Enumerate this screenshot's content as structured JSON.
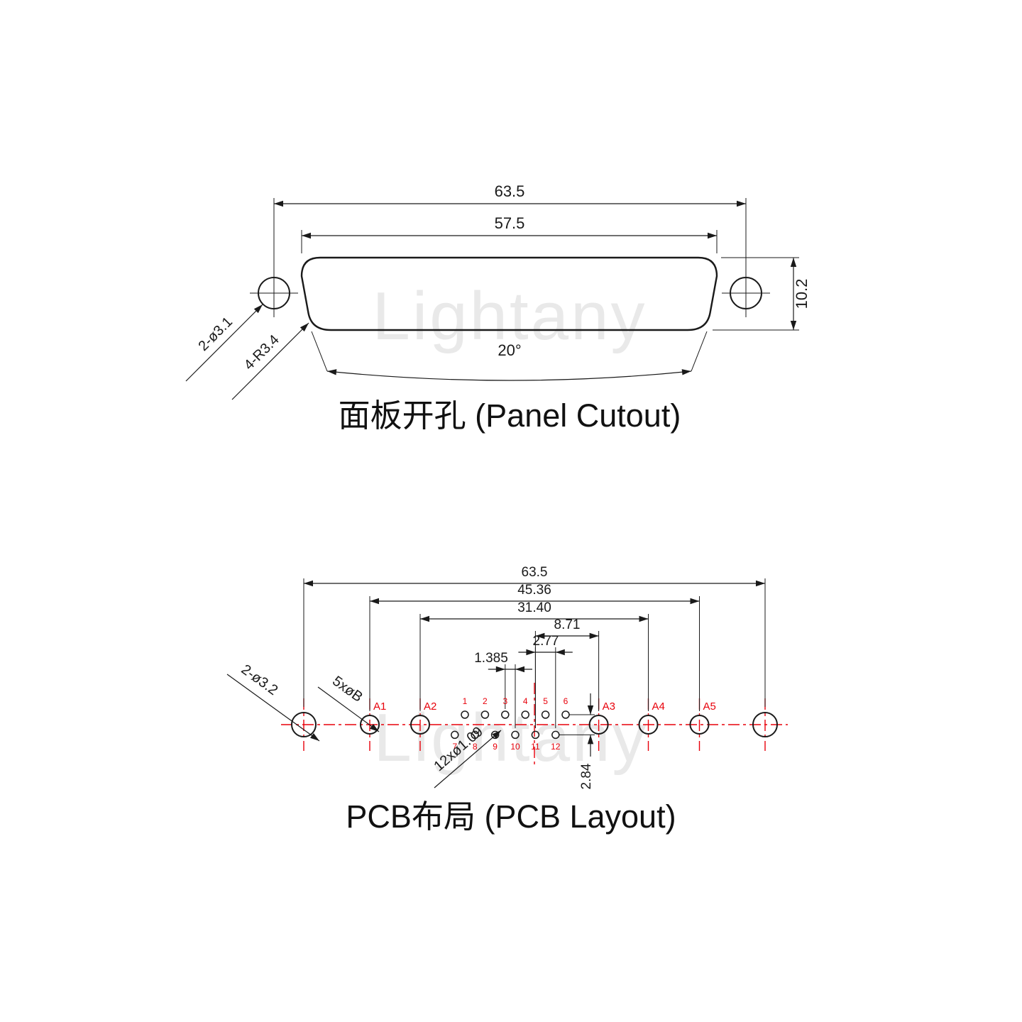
{
  "watermark": "Lightany",
  "colors": {
    "line": "#1a1a1a",
    "accent": "#e8000a",
    "watermark": "#e9e9e9"
  },
  "panel": {
    "title": "面板开孔 (Panel Cutout)",
    "dims": {
      "outer": "63.5",
      "inner": "57.5",
      "height": "10.2",
      "angle": "20°"
    },
    "labels": {
      "holes": "2-ø3.1",
      "corner": "4-R3.4"
    }
  },
  "pcb": {
    "title": "PCB布局 (PCB Layout)",
    "dims": {
      "overall": "63.5",
      "a1_a5": "45.36",
      "a2_a4": "31.40",
      "pin_a3": "8.71",
      "pitch": "2.77",
      "half_pitch": "1.385",
      "row_gap": "2.84"
    },
    "labels": {
      "mount": "2-ø3.2",
      "big": "5xøB",
      "small": "12xø1.09"
    },
    "big_hole_labels": [
      "A1",
      "A2",
      "A3",
      "A4",
      "A5"
    ],
    "pin_numbers_top": [
      "1",
      "2",
      "3",
      "4",
      "5",
      "6"
    ],
    "pin_numbers_bottom": [
      "7",
      "8",
      "9",
      "10",
      "11",
      "12"
    ]
  }
}
